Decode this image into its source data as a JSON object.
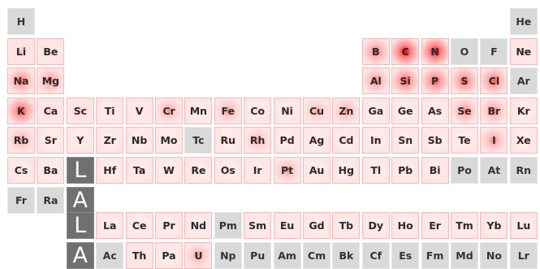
{
  "colors": {
    "none": "#d9d9d9",
    "heat": "#ff0000",
    "heat_base": "#fff2f2",
    "series_marker": "#707070"
  },
  "main_rows": [
    [
      {
        "s": "H",
        "h": 0
      },
      null,
      null,
      null,
      null,
      null,
      null,
      null,
      null,
      null,
      null,
      null,
      null,
      null,
      null,
      null,
      null,
      {
        "s": "He",
        "h": 0
      }
    ],
    [
      {
        "s": "Li",
        "h": 0.15
      },
      {
        "s": "Be",
        "h": 0.1
      },
      null,
      null,
      null,
      null,
      null,
      null,
      null,
      null,
      null,
      null,
      {
        "s": "B",
        "h": 0.55
      },
      {
        "s": "C",
        "h": 0.95
      },
      {
        "s": "N",
        "h": 0.95
      },
      {
        "s": "O",
        "h": 0
      },
      {
        "s": "F",
        "h": 0
      },
      {
        "s": "Ne",
        "h": 0.1
      }
    ],
    [
      {
        "s": "Na",
        "h": 0.55
      },
      {
        "s": "Mg",
        "h": 0.45
      },
      null,
      null,
      null,
      null,
      null,
      null,
      null,
      null,
      null,
      null,
      {
        "s": "Al",
        "h": 0.45
      },
      {
        "s": "Si",
        "h": 0.65
      },
      {
        "s": "P",
        "h": 0.65
      },
      {
        "s": "S",
        "h": 0.6
      },
      {
        "s": "Cl",
        "h": 0.6
      },
      {
        "s": "Ar",
        "h": 0
      }
    ],
    [
      {
        "s": "K",
        "h": 0.7
      },
      {
        "s": "Ca",
        "h": 0.1
      },
      {
        "s": "Sc",
        "h": 0.15
      },
      {
        "s": "Ti",
        "h": 0.05
      },
      {
        "s": "V",
        "h": 0.05
      },
      {
        "s": "Cr",
        "h": 0.35
      },
      {
        "s": "Mn",
        "h": 0.05
      },
      {
        "s": "Fe",
        "h": 0.35
      },
      {
        "s": "Co",
        "h": 0.05
      },
      {
        "s": "Ni",
        "h": 0.05
      },
      {
        "s": "Cu",
        "h": 0.3
      },
      {
        "s": "Zn",
        "h": 0.35
      },
      {
        "s": "Ga",
        "h": 0.05
      },
      {
        "s": "Ge",
        "h": 0.05
      },
      {
        "s": "As",
        "h": 0.05
      },
      {
        "s": "Se",
        "h": 0.45
      },
      {
        "s": "Br",
        "h": 0.45
      },
      {
        "s": "Kr",
        "h": 0.05
      }
    ],
    [
      {
        "s": "Rb",
        "h": 0.35
      },
      {
        "s": "Sr",
        "h": 0.05
      },
      {
        "s": "Y",
        "h": 0.05
      },
      {
        "s": "Zr",
        "h": 0.05
      },
      {
        "s": "Nb",
        "h": 0.05
      },
      {
        "s": "Mo",
        "h": 0.05
      },
      {
        "s": "Tc",
        "h": 0
      },
      {
        "s": "Ru",
        "h": 0.05
      },
      {
        "s": "Rh",
        "h": 0.3
      },
      {
        "s": "Pd",
        "h": 0.05
      },
      {
        "s": "Ag",
        "h": 0.05
      },
      {
        "s": "Cd",
        "h": 0.05
      },
      {
        "s": "In",
        "h": 0.05
      },
      {
        "s": "Sn",
        "h": 0.05
      },
      {
        "s": "Sb",
        "h": 0.05
      },
      {
        "s": "Te",
        "h": 0.05
      },
      {
        "s": "I",
        "h": 0.4
      },
      {
        "s": "Xe",
        "h": 0.05
      }
    ],
    [
      {
        "s": "Cs",
        "h": 0.05
      },
      {
        "s": "Ba",
        "h": 0.05
      },
      {
        "s": "L",
        "series": true
      },
      {
        "s": "Hf",
        "h": 0.05
      },
      {
        "s": "Ta",
        "h": 0.05
      },
      {
        "s": "W",
        "h": 0.05
      },
      {
        "s": "Re",
        "h": 0.05
      },
      {
        "s": "Os",
        "h": 0.05
      },
      {
        "s": "Ir",
        "h": 0.05
      },
      {
        "s": "Pt",
        "h": 0.35
      },
      {
        "s": "Au",
        "h": 0.05
      },
      {
        "s": "Hg",
        "h": 0.05
      },
      {
        "s": "Tl",
        "h": 0.05
      },
      {
        "s": "Pb",
        "h": 0.05
      },
      {
        "s": "Bi",
        "h": 0.05
      },
      {
        "s": "Po",
        "h": 0
      },
      {
        "s": "At",
        "h": 0
      },
      {
        "s": "Rn",
        "h": 0
      }
    ],
    [
      {
        "s": "Fr",
        "h": 0
      },
      {
        "s": "Ra",
        "h": 0
      },
      {
        "s": "A",
        "series": true
      }
    ]
  ],
  "fblock_rows": [
    [
      {
        "s": "L",
        "series": true
      },
      {
        "s": "La",
        "h": 0.05
      },
      {
        "s": "Ce",
        "h": 0.05
      },
      {
        "s": "Pr",
        "h": 0.05
      },
      {
        "s": "Nd",
        "h": 0.05
      },
      {
        "s": "Pm",
        "h": 0
      },
      {
        "s": "Sm",
        "h": 0.05
      },
      {
        "s": "Eu",
        "h": 0.05
      },
      {
        "s": "Gd",
        "h": 0.05
      },
      {
        "s": "Tb",
        "h": 0.05
      },
      {
        "s": "Dy",
        "h": 0.05
      },
      {
        "s": "Ho",
        "h": 0.05
      },
      {
        "s": "Er",
        "h": 0.05
      },
      {
        "s": "Tm",
        "h": 0.05
      },
      {
        "s": "Yb",
        "h": 0.05
      },
      {
        "s": "Lu",
        "h": 0.05
      }
    ],
    [
      {
        "s": "A",
        "series": true
      },
      {
        "s": "Ac",
        "h": 0
      },
      {
        "s": "Th",
        "h": 0.1
      },
      {
        "s": "Pa",
        "h": 0.05
      },
      {
        "s": "U",
        "h": 0.35
      },
      {
        "s": "Np",
        "h": 0
      },
      {
        "s": "Pu",
        "h": 0
      },
      {
        "s": "Am",
        "h": 0
      },
      {
        "s": "Cm",
        "h": 0
      },
      {
        "s": "Bk",
        "h": 0
      },
      {
        "s": "Cf",
        "h": 0
      },
      {
        "s": "Es",
        "h": 0
      },
      {
        "s": "Fm",
        "h": 0
      },
      {
        "s": "Md",
        "h": 0
      },
      {
        "s": "No",
        "h": 0
      },
      {
        "s": "Lr",
        "h": 0
      }
    ]
  ]
}
